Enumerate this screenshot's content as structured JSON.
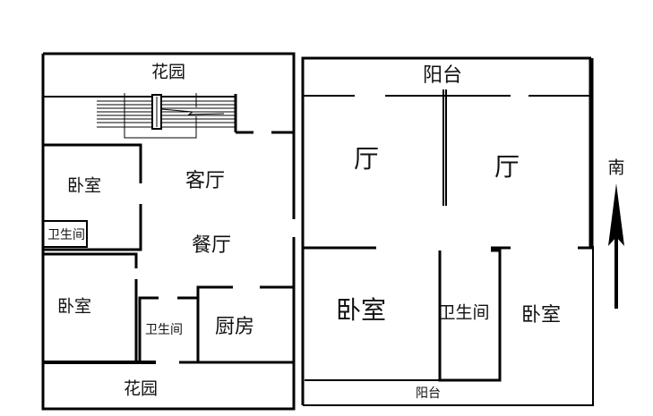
{
  "left_plan": {
    "garden_top": "花园",
    "bedroom_1": "卧室",
    "bathroom_small": "卫生间",
    "living_room": "客厅",
    "dining_room": "餐厅",
    "bedroom_2": "卧室",
    "bathroom_center": "卫生间",
    "kitchen": "厨房",
    "garden_bottom": "花园"
  },
  "right_plan": {
    "balcony_top": "阳台",
    "hall_left": "厅",
    "hall_right": "厅",
    "bedroom_left": "卧室",
    "bathroom": "卫生间",
    "bedroom_right": "卧室",
    "balcony_bottom": "阳台"
  },
  "compass": {
    "label": "南"
  },
  "colors": {
    "wall": "#000000",
    "background": "#ffffff"
  }
}
